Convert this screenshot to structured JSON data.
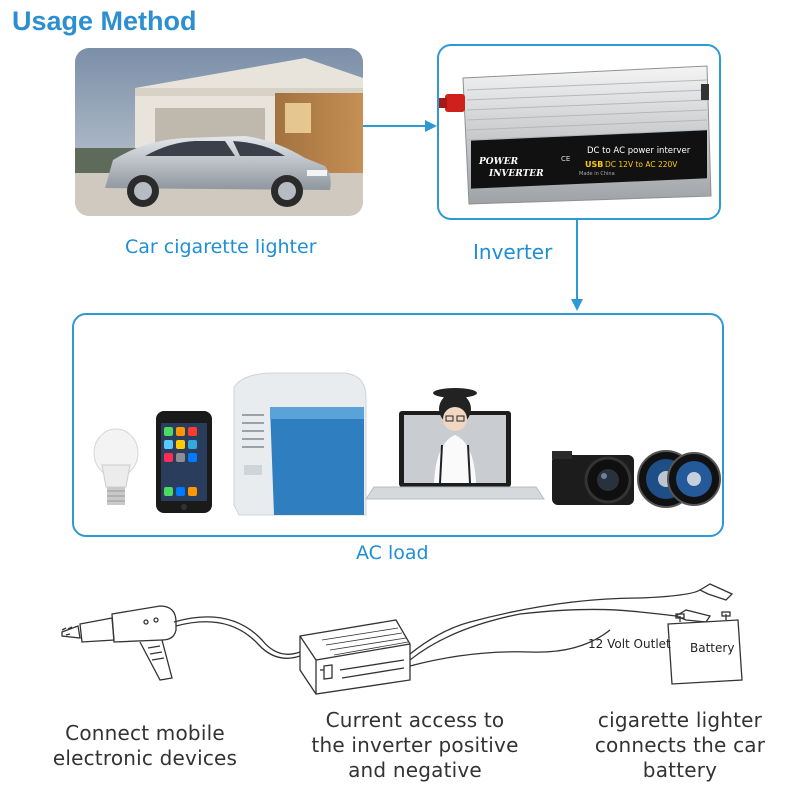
{
  "title": "Usage Method",
  "labels": {
    "car": "Car cigarette lighter",
    "inverter": "Inverter",
    "ac_load": "AC load"
  },
  "inverter_device": {
    "brand_line1": "POWER",
    "brand_line2": "INVERTER",
    "spec_line1": "DC to AC power interver",
    "spec_usb": "USB",
    "spec_line2": "DC 12V to AC 220V",
    "ce": "CE",
    "made": "Made in China"
  },
  "diagram": {
    "outlet_label": "12 Volt Outlet",
    "battery_label": "Battery"
  },
  "captions": {
    "left_line1": "Connect mobile",
    "left_line2": "electronic devices",
    "mid_line1": "Current access to",
    "mid_line2": "the inverter positive",
    "mid_line3": "and negative",
    "right_line1": "cigarette lighter",
    "right_line2": "connects the car",
    "right_line3": "battery"
  },
  "colors": {
    "accent": "#2d8fd0",
    "panel_border": "#2d9ad6"
  },
  "icons": [
    "car-photo",
    "inverter-photo",
    "bulb-icon",
    "phone-icon",
    "cooler-icon",
    "laptop-icon",
    "camera-icon",
    "speaker-icon",
    "drill-icon",
    "battery-icon",
    "arrow-right-icon",
    "arrow-down-icon"
  ]
}
